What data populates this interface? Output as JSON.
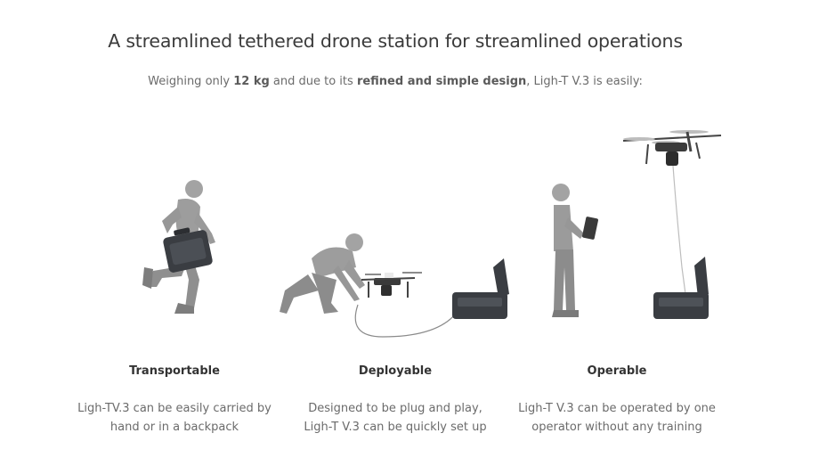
{
  "header": {
    "title": "A streamlined tethered drone station for streamlined operations",
    "intro": {
      "prefix": "Weighing only ",
      "weight": "12 kg",
      "middle": " and due to its ",
      "emphasis": "refined and simple design",
      "suffix": ", Ligh-T V.3 is easily:"
    }
  },
  "features": [
    {
      "title": "Transportable",
      "line1": "Ligh-TV.3 can be easily carried by",
      "line2": "hand or in a backpack",
      "icon": "person-carrying-case-icon"
    },
    {
      "title": "Deployable",
      "line1": "Designed to be plug and play,",
      "line2": "Ligh-T V.3 can be quickly set up",
      "icon": "person-deploying-drone-icon"
    },
    {
      "title": "Operable",
      "line1": "Ligh-T V.3 can be operated by one",
      "line2": "operator without any training",
      "icon": "person-operating-tethered-drone-icon"
    }
  ],
  "colors": {
    "heading": "#3b3b3b",
    "body": "#6b6b6b",
    "figure": "#9a9a9a",
    "case": "#3a3d42"
  }
}
